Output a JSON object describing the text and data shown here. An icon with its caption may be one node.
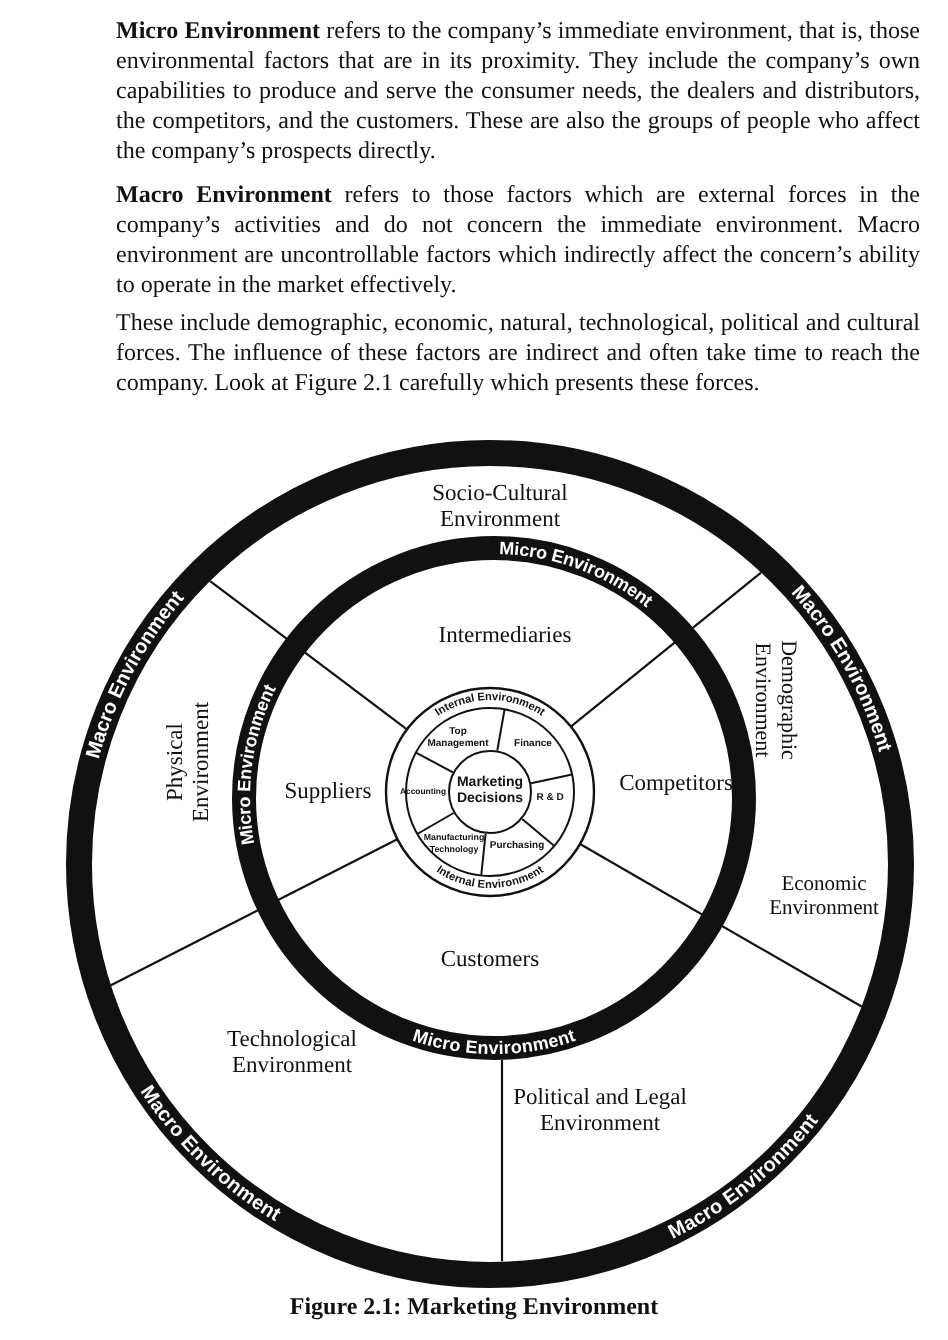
{
  "diagram": {
    "caption": "Figure 2.1: Marketing Environment",
    "nodes": [
      {
        "text": [
          "Macro Environment",
          "Macro Environment",
          "Macro Environment",
          "Macro Environment"
        ]
      },
      {
        "text": [
          "Socio-Cultural Environment"
        ],
        "in": 0
      },
      {
        "text": [
          "Demographic Environment"
        ],
        "in": 0
      },
      {
        "text": [
          "Physical Environment"
        ],
        "in": 0
      },
      {
        "text": [
          "Economic Environment"
        ],
        "in": 0
      },
      {
        "text": [
          "Technological Environment"
        ],
        "in": 0
      },
      {
        "text": [
          "Political and Legal Environment"
        ],
        "in": 0
      },
      {
        "text": [
          "Micro Environment",
          "Micro Environment",
          "Micro Environment"
        ],
        "in": 0
      },
      {
        "text": [
          "Intermediaries"
        ],
        "in": 7
      },
      {
        "text": [
          "Suppliers"
        ],
        "in": 7
      },
      {
        "text": [
          "Competitors"
        ],
        "in": 7
      },
      {
        "text": [
          "Customers"
        ],
        "in": 7
      },
      {
        "text": [
          "Internal Environment",
          "Internal Environment"
        ],
        "in": 7
      },
      {
        "text": [
          "Top Management"
        ],
        "in": 12
      },
      {
        "text": [
          "Finance"
        ],
        "in": 12
      },
      {
        "text": [
          "Accounting"
        ],
        "in": 12
      },
      {
        "text": [
          "Marketing Decisions"
        ],
        "in": 12
      },
      {
        "text": [
          "R & D"
        ],
        "in": 12
      },
      {
        "text": [
          "Manufacturing Technology"
        ],
        "in": 12
      },
      {
        "text": [
          "Purchasing"
        ],
        "in": 12
      }
    ],
    "labels": [
      "**Micro Environment** refers to the company’s immediate environment, that is, those environmental factors that are in its proximity. They include the company’s own capabilities to produce and serve the consumer needs, the dealers and distributors, the competitors, and the customers. These are also the groups of people who affect the company’s prospects directly.",
      "**Macro Environment** refers to those factors which are external forces in the company’s activities and do not concern the immediate environment. Macro environment are uncontrollable factors which indirectly affect the concern’s ability to operate in the market effectively.",
      "These include demographic, economic, natural, technological, political and cultural forces. The influence of these factors are indirect and often take time to reach the company. Look at Figure 2.1 carefully which presents these forces."
    ]
  }
}
